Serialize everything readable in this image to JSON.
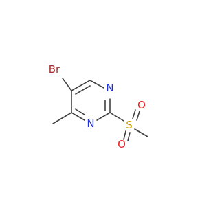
{
  "molecule": {
    "atoms": {
      "br": {
        "label": "Br",
        "color": "#a52a2a"
      },
      "n1": {
        "label": "N",
        "color": "#2233dd"
      },
      "n3": {
        "label": "N",
        "color": "#2233dd"
      },
      "s": {
        "label": "S",
        "color": "#c8a000"
      },
      "o1": {
        "label": "O",
        "color": "#ee2222"
      },
      "o2": {
        "label": "O",
        "color": "#ee2222"
      }
    },
    "bond_color": "#404040"
  }
}
